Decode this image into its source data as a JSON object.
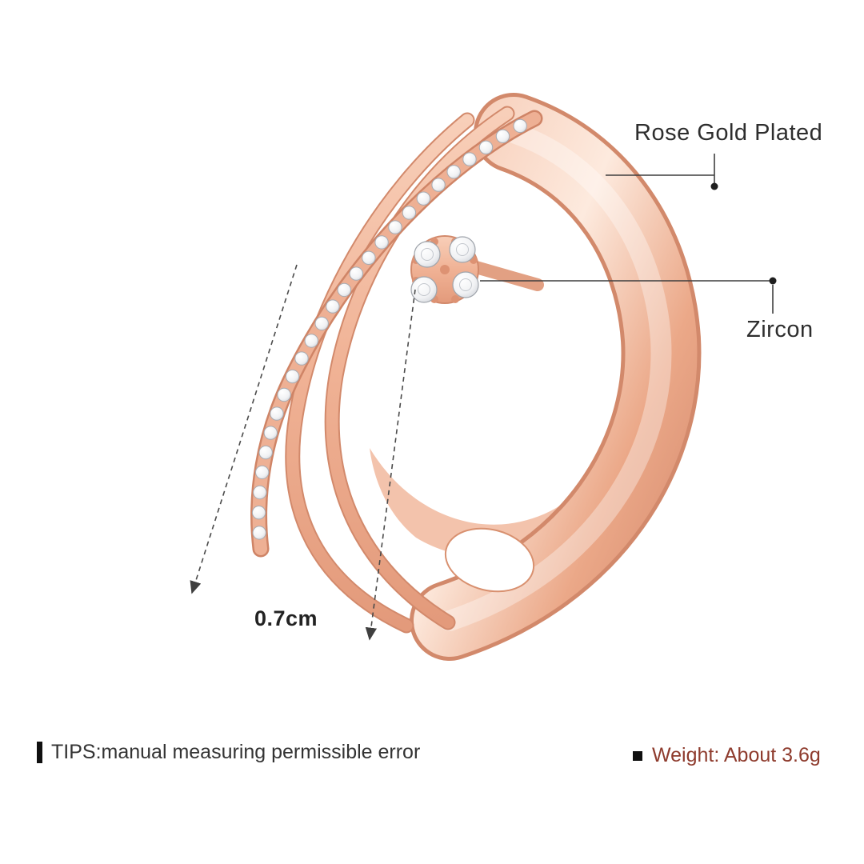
{
  "annotations": {
    "material_label": "Rose Gold Plated",
    "stone_label": "Zircon",
    "width_label": "0.7cm"
  },
  "footer": {
    "tips": "TIPS:manual measuring permissible error",
    "weight": "Weight: About 3.6g"
  },
  "colors": {
    "rose_gold": "#eba98f",
    "rose_gold_light": "#fbe3d6",
    "rose_gold_dark": "#d2896b",
    "zircon_stone": "#f2f2f4",
    "annotation_line": "#3f3f3f",
    "weight_text": "#8e3b2d",
    "tips_text": "#333333",
    "background": "#ffffff"
  },
  "icons": {
    "tips_marker": "vertical-bar",
    "weight_marker": "square"
  }
}
